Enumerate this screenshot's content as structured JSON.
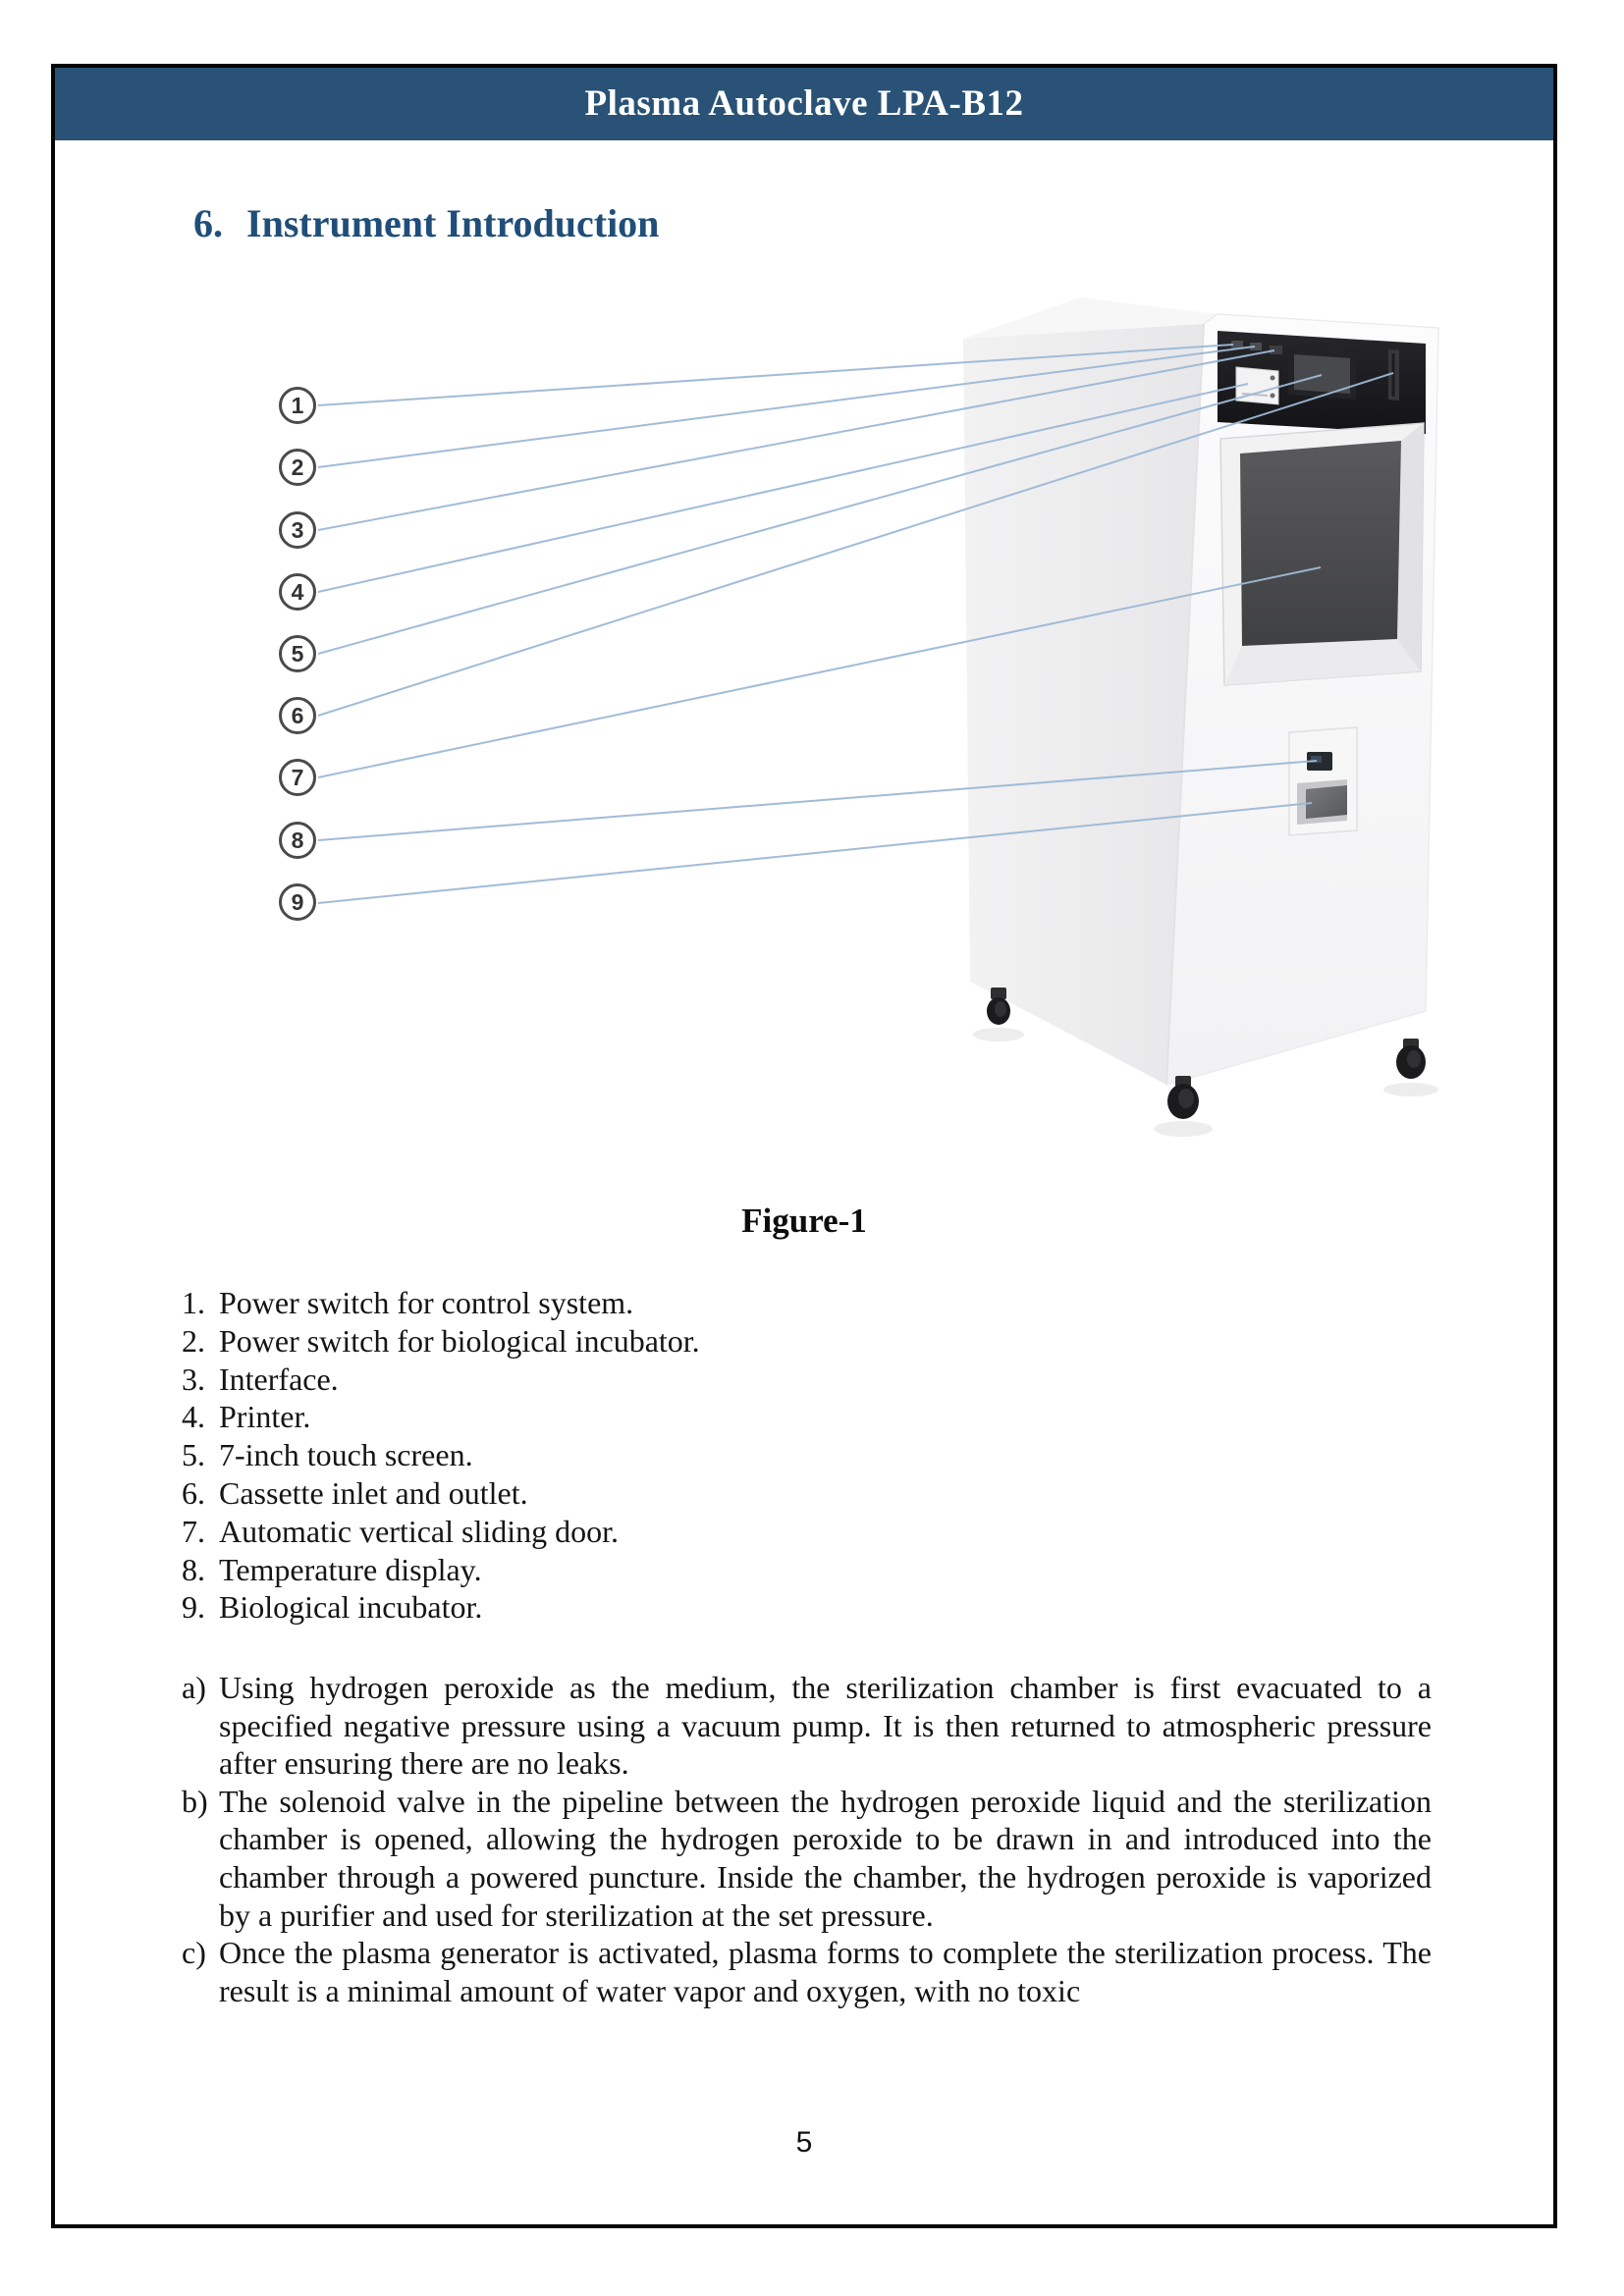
{
  "header": {
    "title": "Plasma Autoclave LPA-B12"
  },
  "section": {
    "number": "6.",
    "title": "Instrument Introduction"
  },
  "figure": {
    "caption": "Figure-1",
    "callouts": [
      "1",
      "2",
      "3",
      "4",
      "5",
      "6",
      "7",
      "8",
      "9"
    ]
  },
  "parts_list": [
    {
      "marker": "1.",
      "text": "Power switch for control system."
    },
    {
      "marker": "2.",
      "text": "Power switch for biological incubator."
    },
    {
      "marker": "3.",
      "text": "Interface."
    },
    {
      "marker": "4.",
      "text": "Printer."
    },
    {
      "marker": "5.",
      "text": "7-inch touch screen."
    },
    {
      "marker": "6.",
      "text": "Cassette inlet and outlet."
    },
    {
      "marker": "7.",
      "text": "Automatic vertical sliding door."
    },
    {
      "marker": "8.",
      "text": "Temperature display."
    },
    {
      "marker": "9.",
      "text": "Biological incubator."
    }
  ],
  "paragraphs": [
    {
      "marker": "a)",
      "text": "Using hydrogen peroxide as the medium, the sterilization chamber is first evacuated to a specified negative pressure using a vacuum pump. It is then returned to atmospheric pressure after ensuring there are no leaks."
    },
    {
      "marker": "b)",
      "text": "The solenoid valve in the pipeline between the hydrogen peroxide liquid and the sterilization chamber is opened, allowing the hydrogen peroxide to be drawn in and introduced into the chamber through a powered puncture. Inside the chamber, the hydrogen peroxide is vaporized by a purifier and used for sterilization at the set pressure."
    },
    {
      "marker": "c)",
      "text": "Once the plasma generator is activated, plasma forms to complete the sterilization process. The result is a minimal amount of water vapor and oxygen, with no toxic"
    }
  ],
  "footer": {
    "page_number": "5"
  },
  "colors": {
    "header_bg": "#295276",
    "heading_text": "#1f4e79",
    "leader_line": "#9db9d6",
    "page_border": "#050505"
  }
}
